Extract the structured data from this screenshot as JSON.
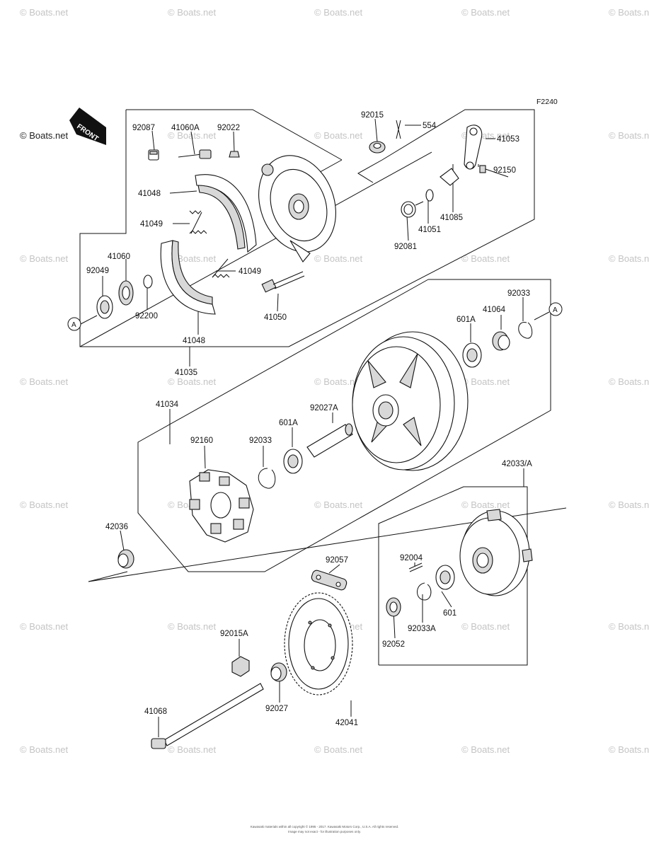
{
  "figure_id": "F2240",
  "front_label": "FRONT",
  "circle_ref": "A",
  "watermark": "© Boats.net",
  "parts": {
    "p92087": "92087",
    "p41060A": "41060A",
    "p92022": "92022",
    "p92015": "92015",
    "p554": "554",
    "p41053": "41053",
    "p92150": "92150",
    "p41085": "41085",
    "p41051": "41051",
    "p92081": "92081",
    "p41048a": "41048",
    "p41049a": "41049",
    "p41060": "41060",
    "p92049": "92049",
    "p41049b": "41049",
    "p92200": "92200",
    "p41050": "41050",
    "p41048b": "41048",
    "p41035": "41035",
    "p92033a": "92033",
    "p41064": "41064",
    "p601Aa": "601A",
    "p41034": "41034",
    "p92027A": "92027A",
    "p92160": "92160",
    "p92033b": "92033",
    "p601Ab": "601A",
    "p42033A": "42033/A",
    "p42036": "42036",
    "p92004": "92004",
    "p92057": "92057",
    "p601": "601",
    "p92033A": "92033A",
    "p92052": "92052",
    "p92015A": "92015A",
    "p92027": "92027",
    "p42041": "42041",
    "p41068": "41068"
  },
  "footer": {
    "line1": "Kawasaki materials within all copyright © 1995 - 2017. Kawasaki Motors Corp., U.S.A. All rights reserved.",
    "line2": "Image may not exact - for illustration purposes only."
  }
}
